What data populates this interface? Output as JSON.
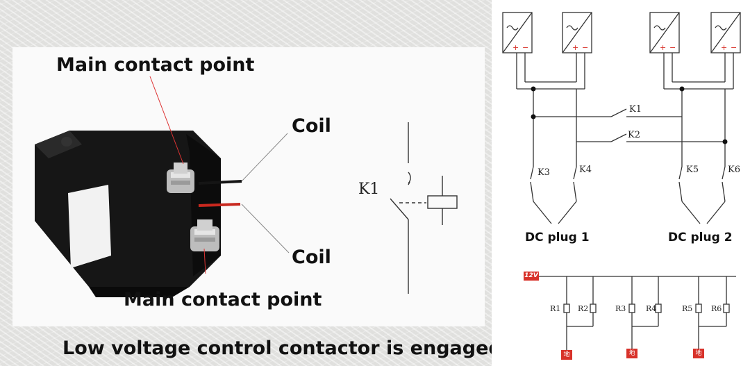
{
  "left_panel": {
    "main_contact_top": "Main contact point",
    "coil_top": "Coil",
    "coil_bottom": "Coil",
    "main_contact_bottom": "Main contact point",
    "caption": "Low voltage control contactor is engaged",
    "symbol_label": "K1"
  },
  "schematic": {
    "relay_labels": [
      "K1",
      "K2"
    ],
    "switch_labels": [
      "K3",
      "K4",
      "K5",
      "K6"
    ],
    "plug_labels": [
      "DC plug 1",
      "DC plug 2"
    ]
  },
  "coil_circuit": {
    "supply_label": "12V",
    "resistor_labels": [
      "R1",
      "R2",
      "R3",
      "R4",
      "R5",
      "R6"
    ],
    "ground_labels": [
      "地",
      "地",
      "地"
    ]
  },
  "colors": {
    "supply_tag": "#d8322a",
    "ground_tag": "#d8322a",
    "coil_wire_red": "#c8281e",
    "body_black": "#141414"
  }
}
